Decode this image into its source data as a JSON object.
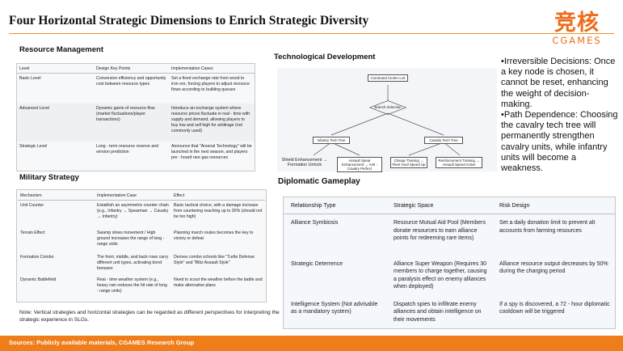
{
  "title": "Four Horizontal Strategic Dimensions to Enrich Strategic Diversity",
  "logo": {
    "glyphs": "竞核",
    "sub": "CGAMES"
  },
  "resource_management": {
    "heading": "Resource Management",
    "headers": [
      "Level",
      "Design Key Points",
      "Implementation Cases"
    ],
    "rows": [
      [
        "Basic Level",
        "Conversion efficiency and opportunity cost between resource types",
        "Set a fixed exchange rate from wood to iron ore, forcing players to adjust resource flows according to building queues"
      ],
      [
        "Advanced Level",
        "Dynamic game of resource flow (market fluctuations/player transactions)",
        "Introduce an exchange system where resource prices fluctuate in real - time with supply and demand, allowing players to buy low and sell high for arbitrage (not commonly used)"
      ],
      [
        "Strategic Level",
        "Long - term resource reserve and version prediction",
        "Announce that \"Arsenal Technology\" will be launched in the next season, and players pre - hoard rare gas resources"
      ]
    ]
  },
  "military_strategy": {
    "heading": "Military Strategy",
    "headers": [
      "Mechanism",
      "Implementation Case",
      "Effect"
    ],
    "rows": [
      [
        "Unit Counter",
        "Establish an asymmetric counter chain (e.g., Infantry → Spearman → Cavalry → Infantry)",
        "Basic tactical choice, with a damage increase from countering reaching up to 30% (should not be too high)"
      ],
      [
        "Terrain Effect",
        "Swamp slows movement / High ground increases the range of long - range units",
        "Planning march routes becomes the key to victory or defeat"
      ],
      [
        "Formation Combo",
        "The front, middle, and back rows carry different unit types, activating bond bonuses",
        "Derives combo schools like \"Turtle Defense Style\" and \"Blitz Assault Style\""
      ],
      [
        "Dynamic Battlefield",
        "Real - time weather system (e.g., heavy rain reduces the hit rate of long - range units)",
        "Need to scout the weather before the battle and make alternative plans"
      ]
    ]
  },
  "note": "Note: Vertical strategies and horizontal strategies can be regarded as different perspectives for interpreting the strategic experience in SLGs.",
  "tech": {
    "heading": "Technological Development",
    "root": "Command Center Lv3",
    "branch": "Branch Selection",
    "left_node": "Infantry Tech Tree",
    "right_node": "Cavalry Tech Tree",
    "leaf_1": "Shield Enhancement → Formation Unlock",
    "leaf_2": "Assault Spear Enhancement → Anti - Cavalry Perfect",
    "leaf_3": "Charge Training → Fleet Hoof Speed Up",
    "leaf_4": "Reinforcement Training → Assault Speed Active"
  },
  "tech_notes": [
    "•Irreversible Decisions: Once a key node is chosen, it cannot be reset, enhancing the weight of decision-making.",
    "•Path Dependence: Choosing the cavalry tech tree will permanently strengthen cavalry units, while infantry units will become a weakness."
  ],
  "diplomatic": {
    "heading": "Diplomatic Gameplay",
    "headers": [
      "Relationship Type",
      "Strategic Space",
      "Risk Design"
    ],
    "rows": [
      [
        "Alliance Symbiosis",
        "Resource Mutual Aid Pool (Members donate resources to earn alliance points for redeeming rare items)",
        "Set a daily donation limit to prevent alt accounts from farming resources"
      ],
      [
        "Strategic Deterrence",
        "Alliance Super Weapon (Requires 30 members to charge together, causing a paralysis effect on enemy alliances when deployed)",
        "Alliance resource output decreases by 50% during the charging period"
      ],
      [
        "Intelligence System (Not advisable as a mandatory system)",
        "Dispatch spies to infiltrate enemy alliances and obtain intelligence on their movements",
        "If a spy is discovered, a 72 - hour diplomatic cooldown will be triggered"
      ]
    ]
  },
  "footer": "Sources: Publicly available materials, CGAMES Research Group",
  "colors": {
    "accent": "#ef7d1a",
    "rule": "#e8912b"
  }
}
